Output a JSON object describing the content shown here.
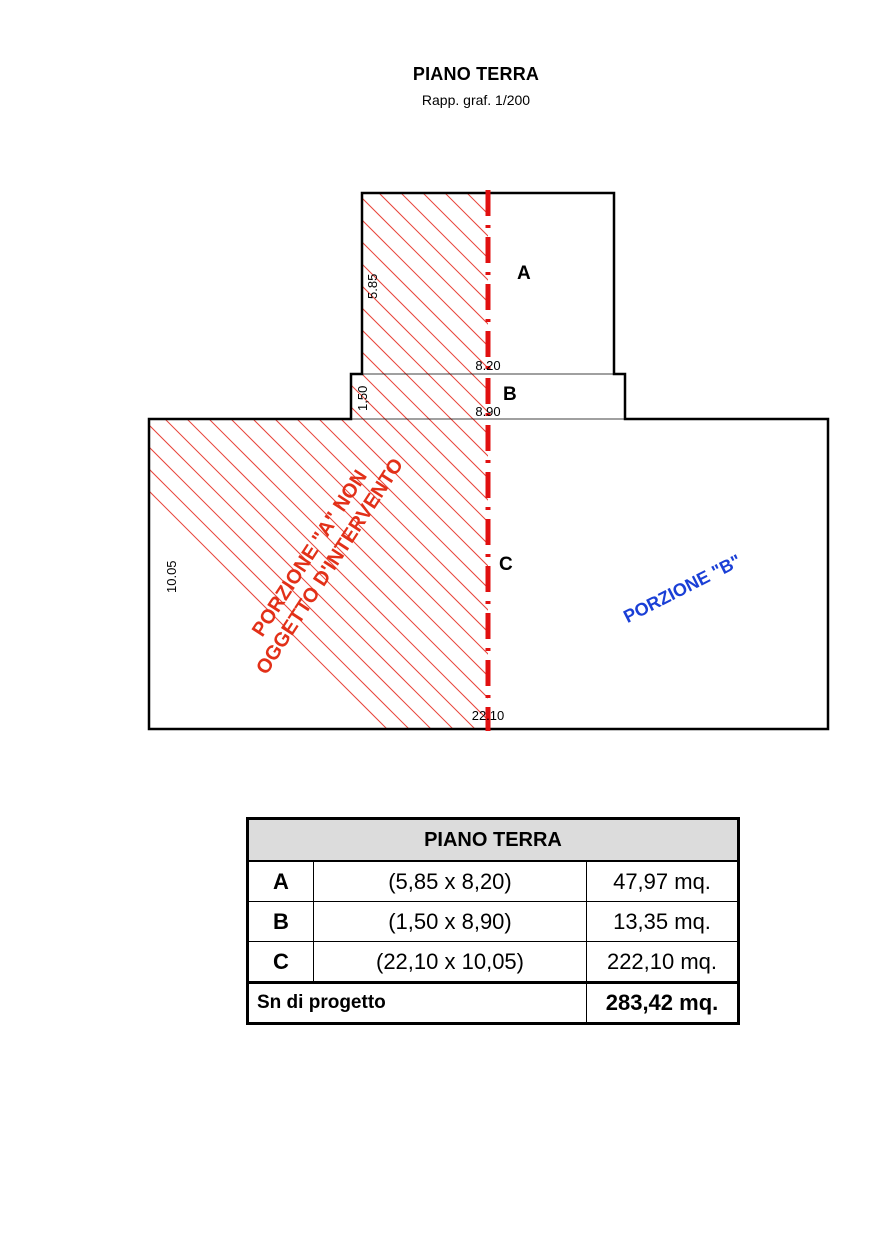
{
  "header": {
    "title": "PIANO TERRA",
    "scale": "Rapp. graf. 1/200"
  },
  "plan": {
    "zone_labels": {
      "a": "A",
      "b": "B",
      "c": "C"
    },
    "dimensions": {
      "a_height": "5.85",
      "a_width": "8.20",
      "b_height": "1,50",
      "b_width": "8.90",
      "c_height": "10.05",
      "c_width": "22.10"
    },
    "portion_a_line1": "PORZIONE \"A\" NON",
    "portion_a_line2": "OGGETTO D'INTERVENTO",
    "portion_b": "PORZIONE \"B\""
  },
  "colors": {
    "hatch": "#e8443a",
    "axis": "#e11010",
    "portion_a_text": "#e23018",
    "portion_b_text": "#1a3fd6"
  },
  "table": {
    "title": "PIANO TERRA",
    "rows": [
      {
        "label": "A",
        "dims": "(5,85 x 8,20)",
        "area": "47,97 mq."
      },
      {
        "label": "B",
        "dims": "(1,50 x 8,90)",
        "area": "13,35 mq."
      },
      {
        "label": "C",
        "dims": "(22,10 x 10,05)",
        "area": "222,10 mq."
      }
    ],
    "total_label": "Sn di progetto",
    "total_value": "283,42 mq."
  }
}
